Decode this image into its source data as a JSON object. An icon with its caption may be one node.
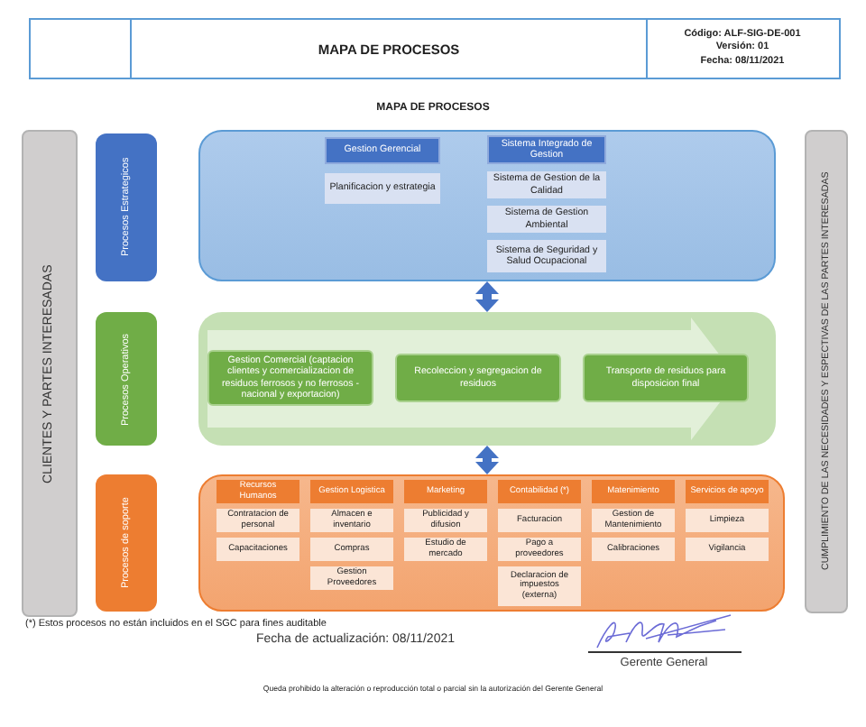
{
  "diagram": {
    "title": "MAPA DE PROCESOS",
    "nodes": [
      {
        "text": [
          "CLIENTES Y PARTES INTERESADAS"
        ]
      },
      {
        "text": [
          "Procesos Estrategicos"
        ]
      },
      {
        "text": [],
        "shape": "box"
      },
      {
        "text": [
          "Gestion Gerencial"
        ],
        "in": 2
      },
      {
        "text": [
          "Planificacion y estrategia"
        ],
        "in": 2
      },
      {
        "text": [
          "Sistema Integrado de Gestion"
        ],
        "in": 2
      },
      {
        "text": [
          "Sistema de Gestion de la Calidad"
        ],
        "in": 2
      },
      {
        "text": [
          "Sistema de Gestion Ambiental"
        ],
        "in": 2
      },
      {
        "text": [
          "Sistema de Seguridad y Salud Ocupacional"
        ],
        "in": 2
      },
      {
        "text": [
          "Procesos Operativos"
        ]
      },
      {
        "text": [],
        "shape": "box"
      },
      {
        "text": [
          "Gestion Comercial (captacion clientes y comercializacion de residuos ferrosos y no ferrosos - nacional y exportacion)"
        ],
        "in": 10
      },
      {
        "text": [
          "Recoleccion y segregacion de residuos"
        ],
        "in": 10
      },
      {
        "text": [
          "Transporte de residuos para disposicion final"
        ],
        "in": 10
      },
      {
        "text": [
          "Procesos de soporte"
        ]
      },
      {
        "text": [],
        "shape": "box"
      },
      {
        "text": [
          "Recursos Humanos"
        ],
        "in": 15
      },
      {
        "text": [
          "Contratacion de personal"
        ],
        "in": 15
      },
      {
        "text": [
          "Capacitaciones"
        ],
        "in": 15
      },
      {
        "text": [
          "Gestion Logistica"
        ],
        "in": 15
      },
      {
        "text": [
          "Almacen e inventario"
        ],
        "in": 15
      },
      {
        "text": [
          "Compras"
        ],
        "in": 15
      },
      {
        "text": [
          "Gestion Proveedores"
        ],
        "in": 15
      },
      {
        "text": [
          "Marketing"
        ],
        "in": 15
      },
      {
        "text": [
          "Publicidad y difusion"
        ],
        "in": 15
      },
      {
        "text": [
          "Estudio de mercado"
        ],
        "in": 15
      },
      {
        "text": [
          "Contabilidad (*)"
        ],
        "in": 15
      },
      {
        "text": [
          "Facturacion"
        ],
        "in": 15
      },
      {
        "text": [
          "Pago a proveedores"
        ],
        "in": 15
      },
      {
        "text": [
          "Declaracion de impuestos (externa)"
        ],
        "in": 15
      },
      {
        "text": [
          "Matenimiento"
        ],
        "in": 15
      },
      {
        "text": [
          "Gestion de Mantenimiento"
        ],
        "in": 15
      },
      {
        "text": [
          "Calibraciones"
        ],
        "in": 15
      },
      {
        "text": [
          "Servicios de apoyo"
        ],
        "in": 15
      },
      {
        "text": [
          "Limpieza"
        ],
        "in": 15
      },
      {
        "text": [
          "Vigilancia"
        ],
        "in": 15
      },
      {
        "text": [
          "CUMPLIMIENTO DE LAS NECESIDADES Y ESPECTIVAS DE LAS PARTES INTERESADAS"
        ]
      }
    ],
    "edges": [
      {
        "from": 2,
        "to": 10,
        "arrow": "both"
      },
      {
        "from": 10,
        "to": 15,
        "arrow": "both"
      }
    ],
    "labels": [
      "MAPA DE PROCESOS",
      "Código: ALF-SIG-DE-001",
      "Versión: 01",
      "Fecha: 08/11/2021",
      "(*) Estos procesos no están incluidos en el SGC para fines auditable",
      "Fecha de actualización: 08/11/2021",
      "Gerente General",
      "Queda prohibido la alteración o reproducción total o parcial sin la autorización del Gerente General"
    ]
  }
}
